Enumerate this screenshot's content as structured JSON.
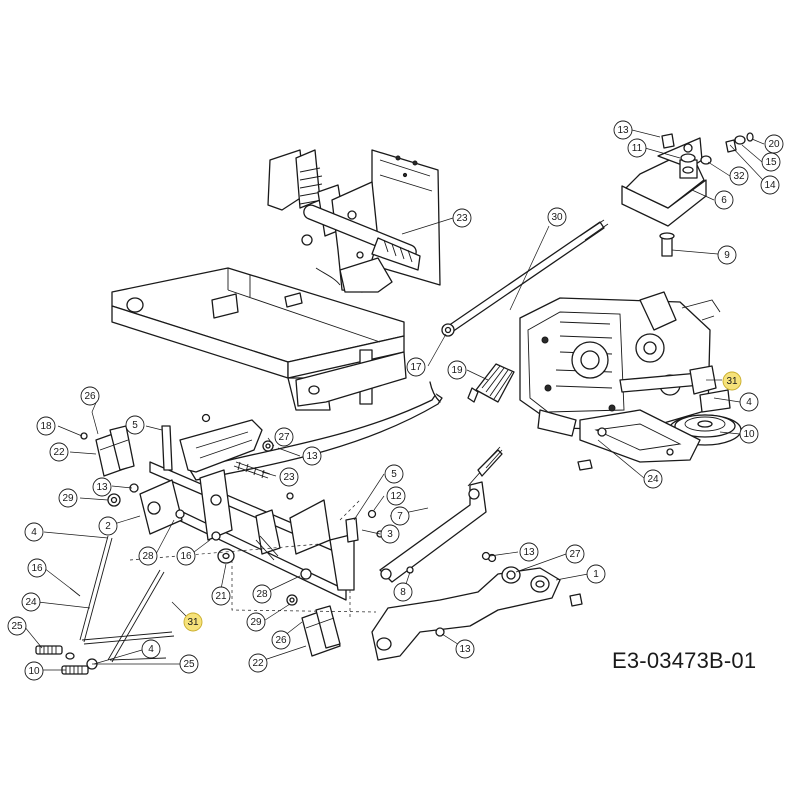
{
  "reference_code": "E3-03473B-01",
  "highlight_color": "#f6e27a",
  "callouts": [
    {
      "id": "c13a",
      "label": "13"
    },
    {
      "id": "c11",
      "label": "11"
    },
    {
      "id": "c20",
      "label": "20"
    },
    {
      "id": "c15",
      "label": "15"
    },
    {
      "id": "c32",
      "label": "32"
    },
    {
      "id": "c14",
      "label": "14"
    },
    {
      "id": "c6",
      "label": "6"
    },
    {
      "id": "c9",
      "label": "9"
    },
    {
      "id": "c30",
      "label": "30"
    },
    {
      "id": "c23a",
      "label": "23"
    },
    {
      "id": "c17",
      "label": "17"
    },
    {
      "id": "c19",
      "label": "19"
    },
    {
      "id": "c31a",
      "label": "31",
      "highlight": true
    },
    {
      "id": "c4a",
      "label": "4"
    },
    {
      "id": "c10a",
      "label": "10"
    },
    {
      "id": "c24a",
      "label": "24"
    },
    {
      "id": "c26a",
      "label": "26"
    },
    {
      "id": "c18",
      "label": "18"
    },
    {
      "id": "c22a",
      "label": "22"
    },
    {
      "id": "c5a",
      "label": "5"
    },
    {
      "id": "c27a",
      "label": "27"
    },
    {
      "id": "c13b",
      "label": "13"
    },
    {
      "id": "c23b",
      "label": "23"
    },
    {
      "id": "c13c",
      "label": "13"
    },
    {
      "id": "c29a",
      "label": "29"
    },
    {
      "id": "c2",
      "label": "2"
    },
    {
      "id": "c28a",
      "label": "28"
    },
    {
      "id": "c16a",
      "label": "16"
    },
    {
      "id": "c5b",
      "label": "5"
    },
    {
      "id": "c12",
      "label": "12"
    },
    {
      "id": "c3",
      "label": "3"
    },
    {
      "id": "c7",
      "label": "7"
    },
    {
      "id": "c8",
      "label": "8"
    },
    {
      "id": "c13d",
      "label": "13"
    },
    {
      "id": "c27b",
      "label": "27"
    },
    {
      "id": "c1",
      "label": "1"
    },
    {
      "id": "c4b",
      "label": "4"
    },
    {
      "id": "c16b",
      "label": "16"
    },
    {
      "id": "c24b",
      "label": "24"
    },
    {
      "id": "c25a",
      "label": "25"
    },
    {
      "id": "c10b",
      "label": "10"
    },
    {
      "id": "c4c",
      "label": "4"
    },
    {
      "id": "c25b",
      "label": "25"
    },
    {
      "id": "c21",
      "label": "21"
    },
    {
      "id": "c31b",
      "label": "31",
      "highlight": true
    },
    {
      "id": "c28b",
      "label": "28"
    },
    {
      "id": "c29b",
      "label": "29"
    },
    {
      "id": "c26b",
      "label": "26"
    },
    {
      "id": "c22b",
      "label": "22"
    },
    {
      "id": "c13e",
      "label": "13"
    }
  ],
  "icons": {
    "transaxle": "transaxle-assembly-drawing",
    "frame": "chassis-frame-drawing"
  }
}
